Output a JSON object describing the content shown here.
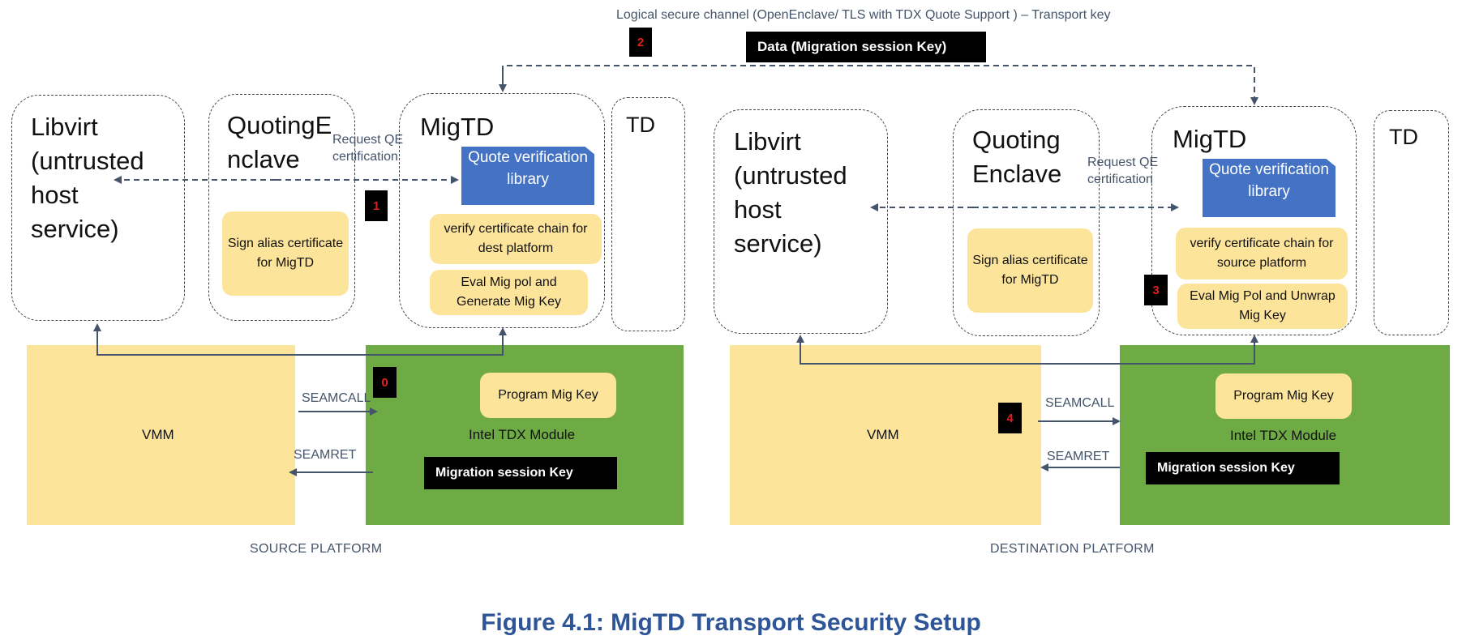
{
  "top": {
    "channel_label": "Logical secure channel (OpenEnclave/ TLS with TDX Quote Support ) – Transport key",
    "data_box": "Data (Migration session Key)",
    "step2": "2"
  },
  "source": {
    "libvirt": "Libvirt (untrusted host service)",
    "quoting_enclave": "QuotingE nclave",
    "qe_sign": "Sign alias certificate for MigTD",
    "migtd_title": "MigTD",
    "qvl": "Quote verification library",
    "verify": "verify certificate chain for dest platform",
    "eval": "Eval Mig pol and Generate Mig Key",
    "td": "TD",
    "request_qe": "Request QE certification",
    "step1": "1",
    "step0": "0",
    "vmm": "VMM",
    "seamcall": "SEAMCALL",
    "seamret": "SEAMRET",
    "program_key": "Program Mig Key",
    "tdx_module": "Intel TDX Module",
    "session_key": "Migration session Key",
    "platform": "SOURCE PLATFORM"
  },
  "dest": {
    "libvirt": "Libvirt (untrusted host service)",
    "quoting_enclave": "Quoting Enclave",
    "qe_sign": "Sign alias certificate for MigTD",
    "migtd_title": "MigTD",
    "qvl": "Quote verification library",
    "verify": "verify certificate chain for source platform",
    "eval": "Eval Mig Pol and Unwrap Mig Key",
    "td": "TD",
    "request_qe": "Request QE certification",
    "step3": "3",
    "step4": "4",
    "vmm": "VMM",
    "seamcall": "SEAMCALL",
    "seamret": "SEAMRET",
    "program_key": "Program Mig Key",
    "tdx_module": "Intel TDX Module",
    "session_key": "Migration session Key",
    "platform": "DESTINATION PLATFORM"
  },
  "caption": "Figure 4.1: MigTD Transport Security Setup"
}
